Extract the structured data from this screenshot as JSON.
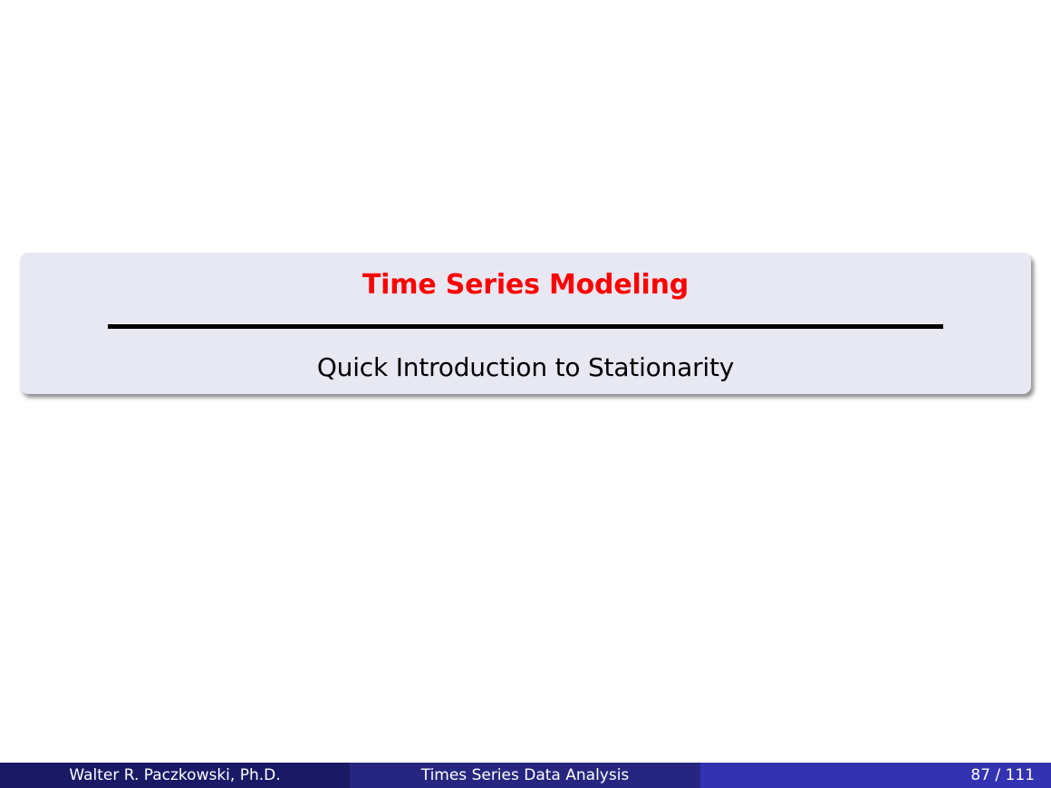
{
  "slide": {
    "section_title": "Time Series Modeling",
    "subsection_title": "Quick Introduction to Stationarity"
  },
  "footer": {
    "author": "Walter R. Paczkowski, Ph.D.",
    "presentation_title": "Times Series Data Analysis",
    "page_number": "87 / 111"
  },
  "colors": {
    "section_title": "#ff0000",
    "title_box_background": "#e8e8f3",
    "footer_author_bg": "#191966",
    "footer_title_bg": "#262680",
    "footer_page_bg": "#3333b2"
  }
}
